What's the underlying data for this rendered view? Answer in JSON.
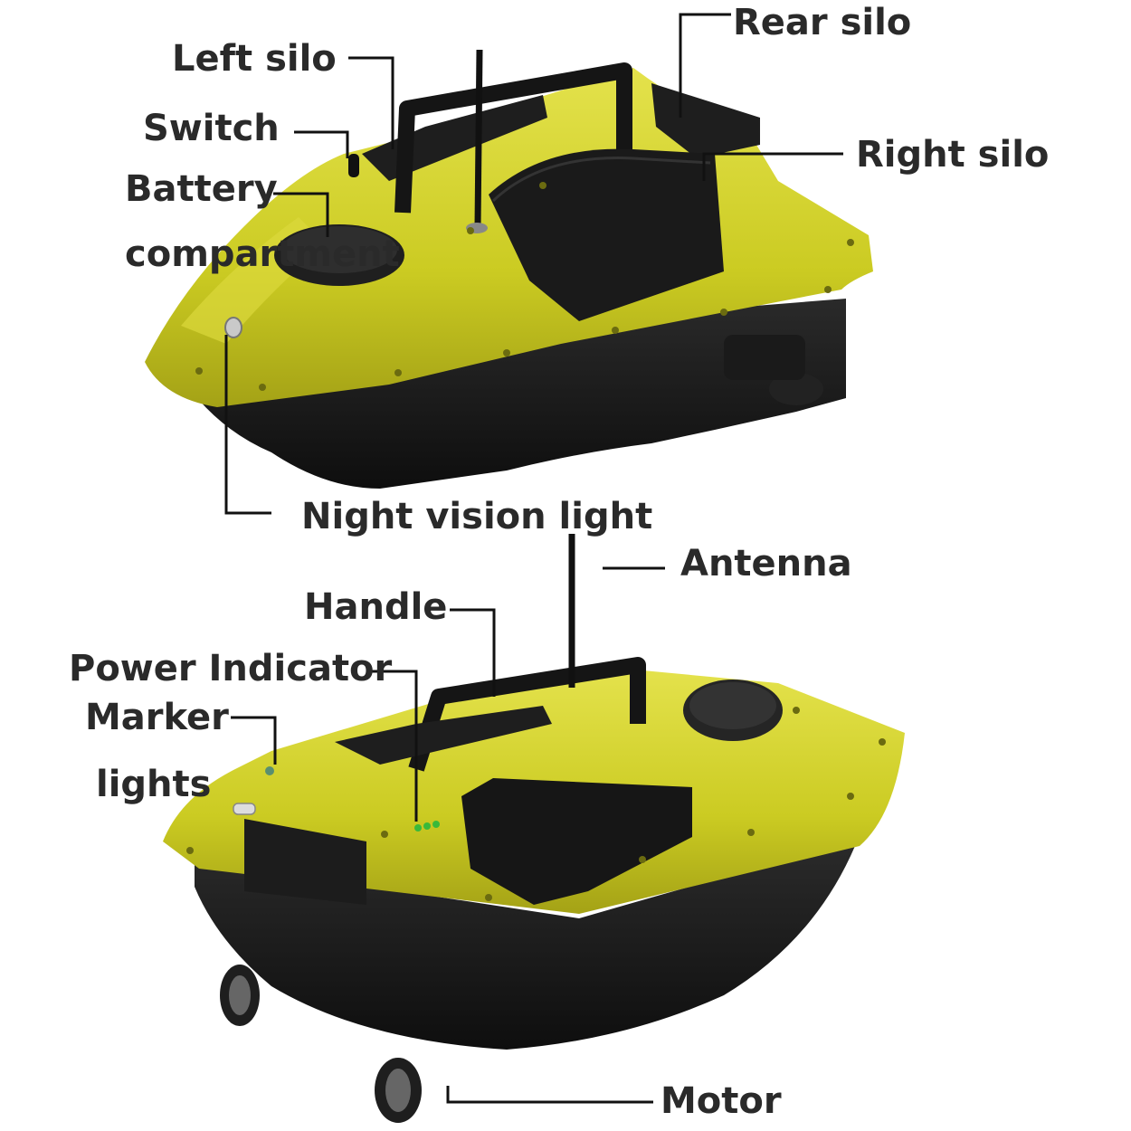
{
  "colors": {
    "hull_yellow": "#c8c820",
    "hull_yellow_light": "#e2e04a",
    "hull_yellow_dark": "#9c9a14",
    "hull_black": "#1c1c1c",
    "label_text": "#2a2a2a"
  },
  "top_boat": {
    "labels": {
      "rear_silo": "Rear silo",
      "left_silo": "Left silo",
      "switch": "Switch",
      "right_silo": "Right silo",
      "battery": "Battery",
      "compartment": "compartment",
      "night_vision_light": "Night vision light"
    }
  },
  "bottom_boat": {
    "labels": {
      "antenna": "Antenna",
      "handle": "Handle",
      "power_indicator": "Power Indicator",
      "marker": "Marker",
      "lights": "lights",
      "motor": "Motor"
    }
  }
}
